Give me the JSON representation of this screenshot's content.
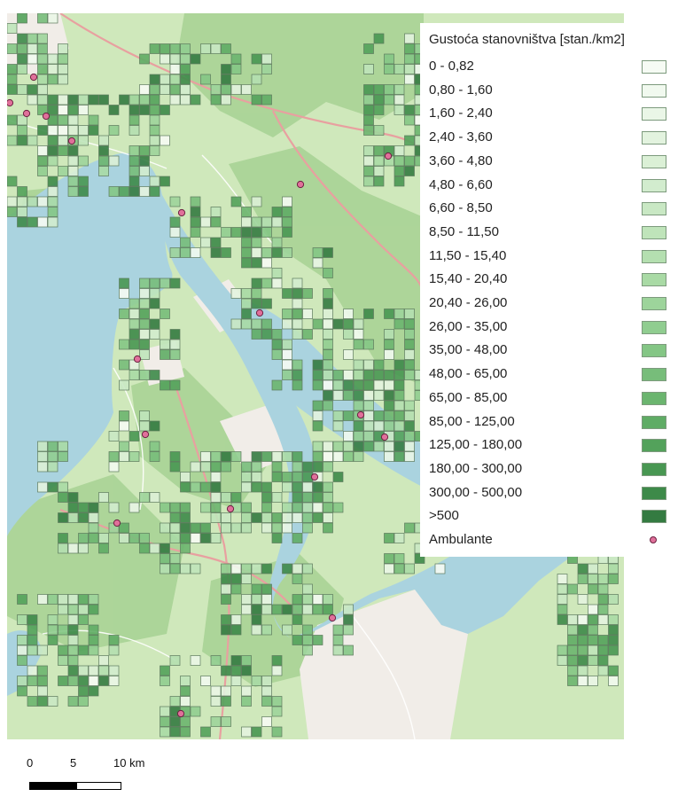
{
  "legend": {
    "title": "Gustoća stanovništva [stan./km2]",
    "classes": [
      {
        "label": "0 - 0,82",
        "color": "#f6fbf4"
      },
      {
        "label": "0,80 - 1,60",
        "color": "#f1f9ef"
      },
      {
        "label": "1,60 - 2,40",
        "color": "#eaf6e7"
      },
      {
        "label": "2,40 - 3,60",
        "color": "#e3f3df"
      },
      {
        "label": "3,60 - 4,80",
        "color": "#dbf0d6"
      },
      {
        "label": "4,80 - 6,60",
        "color": "#d2ecce"
      },
      {
        "label": "6,60 - 8,50",
        "color": "#c9e8c4"
      },
      {
        "label": "8,50 - 11,50",
        "color": "#bfe4ba"
      },
      {
        "label": "11,50 - 15,40",
        "color": "#b4dfb0"
      },
      {
        "label": "15,40 - 20,40",
        "color": "#a9daa5"
      },
      {
        "label": "20,40 - 26,00",
        "color": "#9dd49b"
      },
      {
        "label": "26,00 - 35,00",
        "color": "#90cd90"
      },
      {
        "label": "35,00 - 48,00",
        "color": "#84c685"
      },
      {
        "label": "48,00 - 65,00",
        "color": "#77bd7a"
      },
      {
        "label": "65,00 - 85,00",
        "color": "#6bb56f"
      },
      {
        "label": "85,00 - 125,00",
        "color": "#5fac65"
      },
      {
        "label": "125,00 - 180,00",
        "color": "#53a25b"
      },
      {
        "label": "180,00 - 300,00",
        "color": "#489752"
      },
      {
        "label": "300,00 - 500,00",
        "color": "#3d8a49"
      },
      {
        "label": ">500",
        "color": "#347b41"
      }
    ],
    "point_layer": {
      "label": "Ambulante",
      "color": "#e0709a",
      "icon": "circle-marker-icon"
    }
  },
  "scale_bar": {
    "labels": [
      "0",
      "5",
      "10 km"
    ],
    "colors": {
      "filled": "#000000",
      "empty": "#ffffff"
    }
  },
  "map": {
    "base_colors": {
      "land": "#cfe8bb",
      "forest": "#a9d396",
      "sea": "#aad3df",
      "urban": "#f1ede8",
      "road_major": "#e8a0a0",
      "road_minor": "#ffffff"
    }
  }
}
